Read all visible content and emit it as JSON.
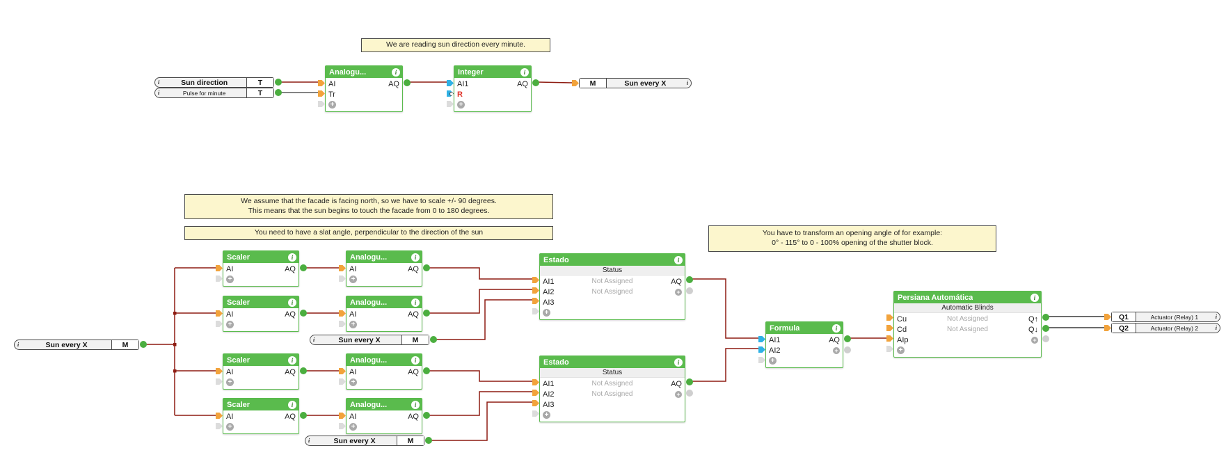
{
  "colors": {
    "block_green": "#5abb4d",
    "wire_red": "#8e1c12",
    "wire_gray": "#5a5a5a",
    "wire_black": "#3a3a3a",
    "connector_orange": "#f2a33c",
    "connector_blue": "#2fb1e5",
    "connector_green": "#4bae3f",
    "connector_gray": "#dcdcdc",
    "note_bg": "#fcf6cd",
    "not_assigned_gray": "#a8a8a8",
    "port_r_red": "#e03228"
  },
  "notes": {
    "reading": "We are reading sun direction every minute.",
    "facade_line1": "We assume that the facade is facing north, so we have to scale +/- 90 degrees.",
    "facade_line2": "This means that the sun begins to touch the facade from 0 to 180 degrees.",
    "slat": "You need to have a slat angle, perpendicular to the direction of the sun",
    "transform_line1": "You have to transform an opening angle of for example:",
    "transform_line2": "0° - 115° to 0 - 100% opening of the shutter block."
  },
  "tags": {
    "sun_direction": "Sun direction",
    "pulse_for_minute": "Pulse for minute",
    "sun_every_x": "Sun every X",
    "t": "T",
    "m": "M",
    "q1": "Q1",
    "q2": "Q2",
    "actuator_relay_1": "Actuator (Relay) 1",
    "actuator_relay_2": "Actuator (Relay) 2",
    "info": "i",
    "plus": "+"
  },
  "blocks": {
    "analog_memory": {
      "title": "Analogu..."
    },
    "integer": {
      "title": "Integer"
    },
    "scaler": {
      "title": "Scaler"
    },
    "estado": {
      "title": "Estado",
      "subtitle": "Status",
      "not_assigned": "Not Assigned"
    },
    "formula": {
      "title": "Formula"
    },
    "persiana": {
      "title": "Persiana Automática",
      "subtitle": "Automatic Blinds",
      "not_assigned": "Not Assigned"
    }
  },
  "ports": {
    "ai": "AI",
    "aq": "AQ",
    "tr": "Tr",
    "ai1": "AI1",
    "ai2": "AI2",
    "ai3": "AI3",
    "r": "R",
    "cu": "Cu",
    "cd": "Cd",
    "aip": "AIp",
    "q_up": "Q↑",
    "q_down": "Q↓"
  }
}
